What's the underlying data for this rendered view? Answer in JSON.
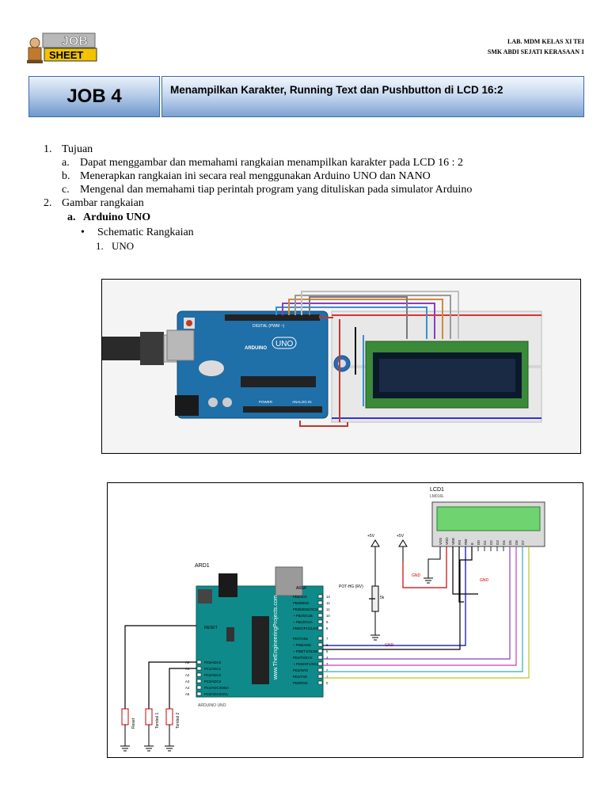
{
  "header": {
    "logo_top": "JOB",
    "logo_bottom": "SHEET",
    "school_line1": "LAB. MDM  KELAS XI TEI",
    "school_line2": "SMK ABDI SEJATI KERASAAN  1",
    "job_label": "JOB 4",
    "job_title": "Menampilkan Karakter, Running Text dan Pushbutton di LCD 16:2"
  },
  "content": {
    "s1_num": "1.",
    "s1_title": "Tujuan",
    "s1_items": [
      {
        "label": "a.",
        "text": "Dapat menggambar dan memahami rangkaian menampilkan karakter pada LCD 16 : 2"
      },
      {
        "label": "b.",
        "text": "Menerapkan rangkaian ini secara real menggunakan Arduino UNO dan NANO"
      },
      {
        "label": "c.",
        "text": "Mengenal dan memahami tiap perintah program yang dituliskan pada simulator Arduino"
      }
    ],
    "s2_num": "2.",
    "s2_title": "Gambar rangkaian",
    "sub_a_label": "a.",
    "sub_a_title": "Arduino UNO",
    "bullet_text": "Schematic Rangkaian",
    "item1_num": "1.",
    "item1_text": "UNO"
  },
  "figure1": {
    "board_brand": "ARDUINO",
    "board_model": "UNO",
    "digital_label": "DIGITAL (PWM ~)",
    "power_label": "POWER",
    "analog_label": "ANALOG IN"
  },
  "figure2": {
    "lcd_name": "LCD1",
    "lcd_model": "LM016L",
    "lcd_pins": [
      "VSS",
      "VDD",
      "VEE",
      "RS",
      "RW",
      "E",
      "D0",
      "D1",
      "D2",
      "D3",
      "D4",
      "D5",
      "D6",
      "D7"
    ],
    "ard_name": "ARD1",
    "ard_footer": "ARDUINO UNO",
    "site_text": "www.TheEngineeringProjects.com",
    "reset_label": "RESET",
    "aref_label": "AREF",
    "vcc1": "+5V",
    "vcc2": "+5V",
    "pot_label": "POT-HG (RV)",
    "pot_value": "5k",
    "gnd1": "GND",
    "gnd2": "GND",
    "gnd3": "GND",
    "right_pin_labels": [
      "PB5/SCK",
      "PB4/MISO",
      "PB3/MOSI/OC2A",
      "~ PB2/OC1B",
      "~ PB1/OC1A",
      "PB0/ICP1/CLKO",
      "PD7/AIN1",
      "~ PD6/AIN0",
      "~ PD5/T1/OC0B",
      "PD4/T0/XCK",
      "~ PD3/INT1/OC2B",
      "PD2/INT0",
      "PD1/TXD",
      "PD0/RXD"
    ],
    "right_pin_numbers": [
      "13",
      "12",
      "11",
      "10",
      "9",
      "8",
      "7",
      "6",
      "5",
      "4",
      "3",
      "2",
      "1",
      "0"
    ],
    "analog_pin_labels": [
      "PC0/ADC0",
      "PC1/ADC1",
      "PC2/ADC2",
      "PC3/ADC3",
      "PC4/ADC4/SDA",
      "PC5/ADC5/SCL"
    ],
    "analog_pin_numbers": [
      "A0",
      "A1",
      "A2",
      "A3",
      "A4",
      "A5"
    ],
    "buttons": [
      "Reset",
      "Tombol 1",
      "Tombol 2"
    ]
  }
}
